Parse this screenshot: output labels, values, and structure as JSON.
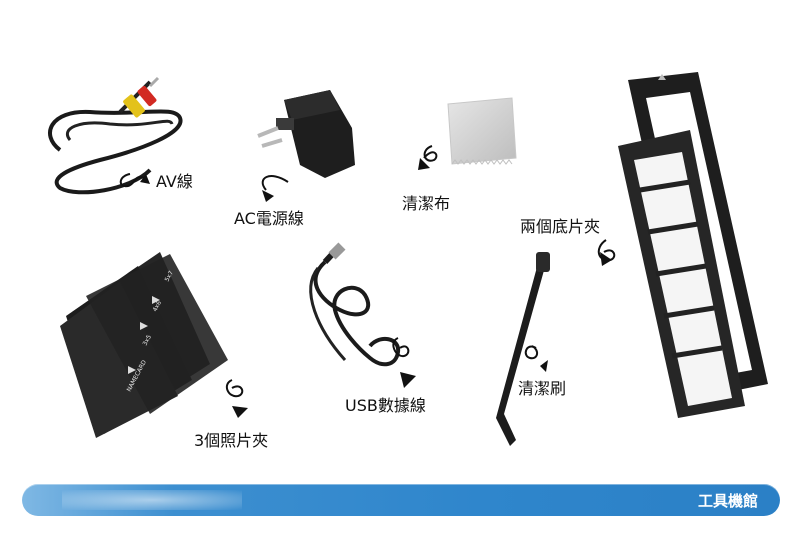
{
  "labels": {
    "av_cable": "AV線",
    "ac_adapter": "AC電源線",
    "cleaning_cloth": "清潔布",
    "two_holders": "兩個底片夾",
    "three_holders": "3個照片夾",
    "usb_cable": "USB數據線",
    "cleaning_brush": "清潔刷"
  },
  "holder_marks": [
    "5x7",
    "4x6",
    "3x5",
    "NAMECARD"
  ],
  "footer": {
    "title": "工具機館"
  },
  "colors": {
    "footer_bar": "#2f86cc",
    "product": "#1c1c1c",
    "cloth": "#d4d4d4"
  },
  "icons": [
    "curl-arrow-icon"
  ]
}
